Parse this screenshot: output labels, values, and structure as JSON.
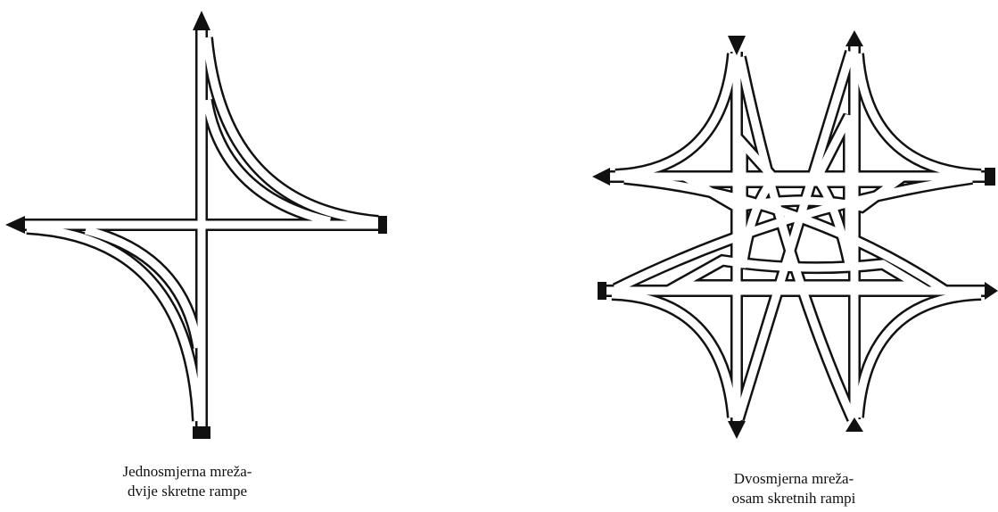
{
  "diagrams": [
    {
      "caption_line1": "Jednosmjerna mreža-",
      "caption_line2": "dvije skretne rampe"
    },
    {
      "caption_line1": "Dvosmjerna mreža-",
      "caption_line2": "osam skretnih rampi"
    }
  ],
  "colors": {
    "line": "#111111",
    "background": "#ffffff"
  }
}
